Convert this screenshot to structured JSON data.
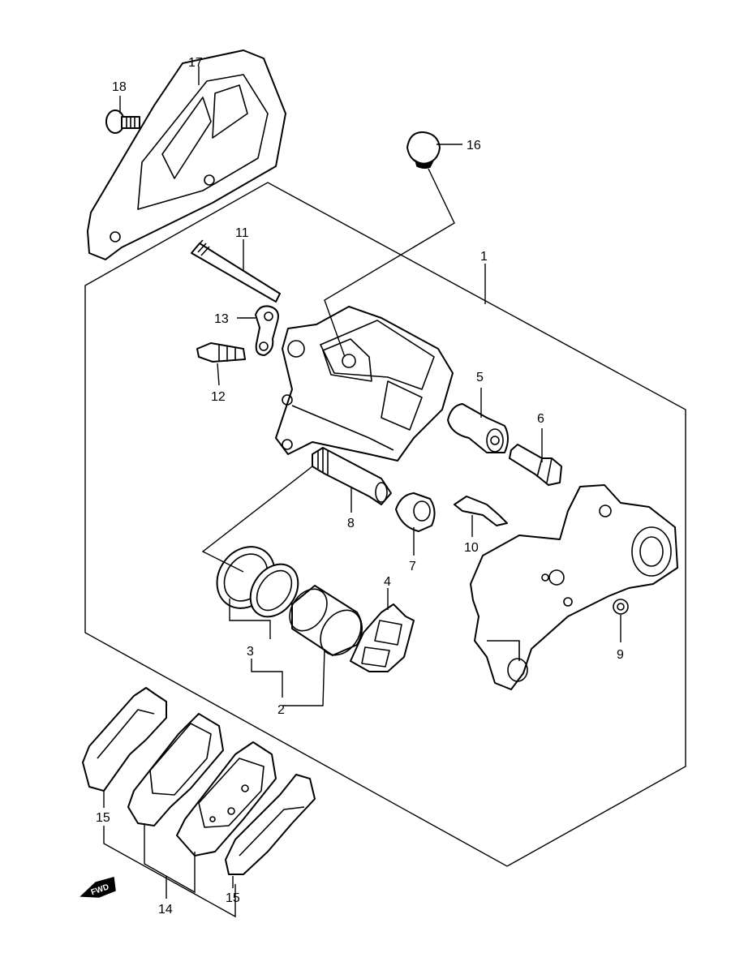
{
  "callouts": {
    "c1": "1",
    "c2": "2",
    "c3": "3",
    "c4": "4",
    "c5": "5",
    "c6": "6",
    "c7": "7",
    "c8": "8",
    "c9": "9",
    "c10": "10",
    "c11": "11",
    "c12": "12",
    "c13": "13",
    "c14": "14",
    "c15a": "15",
    "c15b": "15",
    "c16": "16",
    "c17": "17",
    "c18": "18"
  },
  "fwd_label": "FWD"
}
